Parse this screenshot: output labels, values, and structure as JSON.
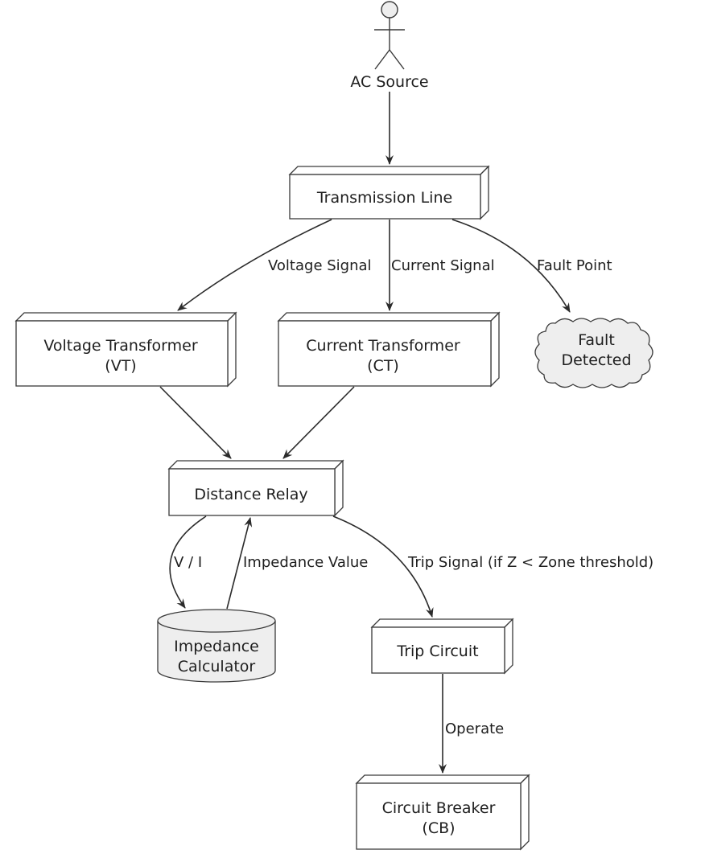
{
  "nodes": {
    "ac_source": "AC Source",
    "transmission_line": "Transmission Line",
    "vt_line1": "Voltage Transformer",
    "vt_line2": "(VT)",
    "ct_line1": "Current Transformer",
    "ct_line2": "(CT)",
    "fault_line1": "Fault",
    "fault_line2": "Detected",
    "distance_relay": "Distance Relay",
    "impedance_line1": "Impedance",
    "impedance_line2": "Calculator",
    "trip_circuit": "Trip Circuit",
    "cb_line1": "Circuit Breaker",
    "cb_line2": "(CB)"
  },
  "edges": {
    "voltage_signal": "Voltage Signal",
    "current_signal": "Current Signal",
    "fault_point": "Fault Point",
    "v_over_i": "V / I",
    "impedance_value": "Impedance Value",
    "trip_signal": "Trip Signal (if Z < Zone threshold)",
    "operate": "Operate"
  },
  "colors": {
    "node_fill": "#ffffff",
    "shape_fill": "#eeeeee",
    "stroke": "#3a3a3a"
  }
}
